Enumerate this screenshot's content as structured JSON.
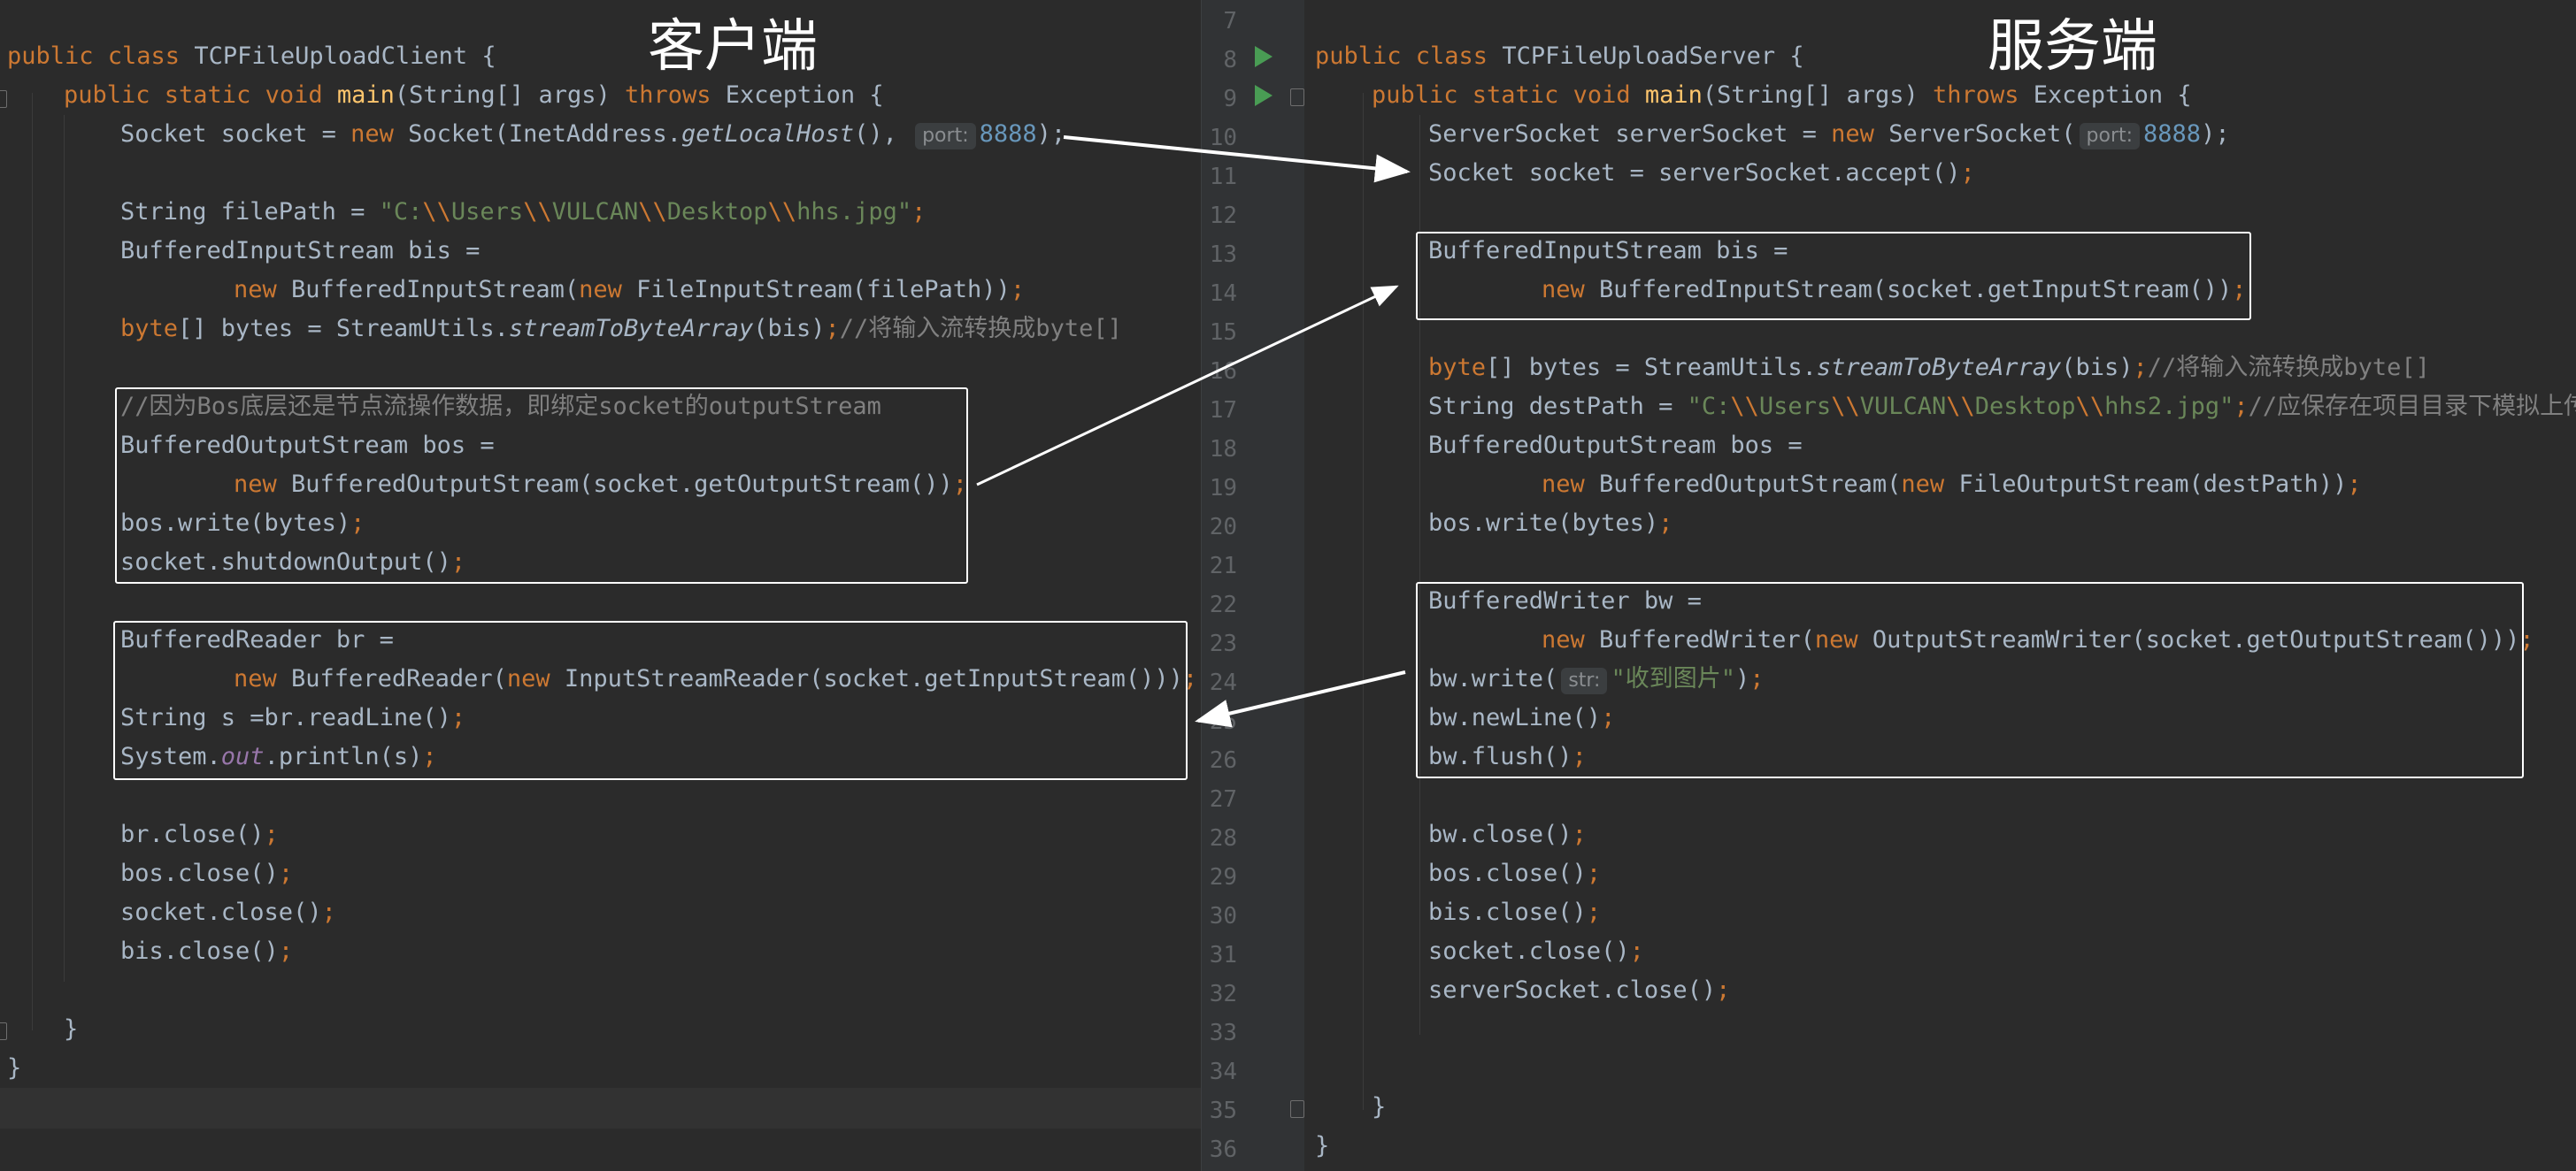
{
  "titles": {
    "client": "客户端",
    "server": "服务端"
  },
  "hints": {
    "port": "port:",
    "str": "str:"
  },
  "client": {
    "l1": {
      "a": "public class ",
      "b": "TCPFileUploadClient {"
    },
    "l2": {
      "a": "public static void ",
      "b": "main",
      "c": "(String[] args) ",
      "d": "throws ",
      "e": "Exception {"
    },
    "l3": {
      "a": "Socket socket = ",
      "b": "new ",
      "c": "Socket(InetAddress.",
      "d": "getLocalHost",
      "e": "(), ",
      "f": "8888",
      "g": ");"
    },
    "l5": {
      "a": "String filePath = ",
      "b": "\"C:",
      "c": "\\\\",
      "d": "Users",
      "e": "\\\\",
      "f": "VULCAN",
      "g": "\\\\",
      "h": "Desktop",
      "i": "\\\\",
      "j": "hhs.jpg\"",
      "k": ";"
    },
    "l6": "BufferedInputStream bis =",
    "l7": {
      "a": "new ",
      "b": "BufferedInputStream(",
      "c": "new ",
      "d": "FileInputStream(filePath))",
      "e": ";"
    },
    "l8": {
      "a": "byte",
      "b": "[] bytes = StreamUtils.",
      "c": "streamToByteArray",
      "d": "(bis)",
      "e": ";",
      "f": "//将输入流转换成byte[]"
    },
    "l10": "//因为Bos底层还是节点流操作数据，即绑定socket的outputStream",
    "l11": "BufferedOutputStream bos =",
    "l12": {
      "a": "new ",
      "b": "BufferedOutputStream(socket.getOutputStream())",
      "c": ";"
    },
    "l13": {
      "a": "bos.write(bytes)",
      "b": ";"
    },
    "l14": {
      "a": "socket.shutdownOutput()",
      "b": ";"
    },
    "l16": "BufferedReader br =",
    "l17": {
      "a": "new ",
      "b": "BufferedReader(",
      "c": "new ",
      "d": "InputStreamReader(socket.getInputStream()))",
      "e": ";"
    },
    "l18": {
      "a": "String s =br.readLine()",
      "b": ";"
    },
    "l19": {
      "a": "System.",
      "b": "out",
      "c": ".println(s)",
      "d": ";"
    },
    "l21": {
      "a": "br.close()",
      "b": ";"
    },
    "l22": {
      "a": "bos.close()",
      "b": ";"
    },
    "l23": {
      "a": "socket.close()",
      "b": ";"
    },
    "l24": {
      "a": "bis.close()",
      "b": ";"
    },
    "l26": "}",
    "l27": "}"
  },
  "gutter": {
    "line_numbers": [
      "7",
      "8",
      "9",
      "10",
      "11",
      "12",
      "13",
      "14",
      "15",
      "16",
      "17",
      "18",
      "19",
      "20",
      "21",
      "22",
      "23",
      "24",
      "25",
      "26",
      "27",
      "28",
      "29",
      "30",
      "31",
      "32",
      "33",
      "34",
      "35",
      "36"
    ]
  },
  "server": {
    "l8": {
      "a": "public class ",
      "b": "TCPFileUploadServer {"
    },
    "l9": {
      "a": "public static void ",
      "b": "main",
      "c": "(String[] args) ",
      "d": "throws ",
      "e": "Exception {"
    },
    "l10": {
      "a": "ServerSocket serverSocket = ",
      "b": "new ",
      "c": "ServerSocket(",
      "d": "8888",
      "e": ");"
    },
    "l11": {
      "a": "Socket socket = serverSocket.accept()",
      "b": ";"
    },
    "l13": "BufferedInputStream bis =",
    "l14": {
      "a": "new ",
      "b": "BufferedInputStream(socket.getInputStream())",
      "c": ";"
    },
    "l16": {
      "a": "byte",
      "b": "[] bytes = StreamUtils.",
      "c": "streamToByteArray",
      "d": "(bis)",
      "e": ";",
      "f": "//将输入流转换成byte[]"
    },
    "l17": {
      "a": "String destPath = ",
      "b": "\"C:",
      "c": "\\\\",
      "d": "Users",
      "e": "\\\\",
      "f": "VULCAN",
      "g": "\\\\",
      "h": "Desktop",
      "i": "\\\\",
      "j": "hhs2.jpg\"",
      "k": ";",
      "l": "//应保存在项目目录下模拟上传"
    },
    "l18": "BufferedOutputStream bos =",
    "l19": {
      "a": "new ",
      "b": "BufferedOutputStream(",
      "c": "new ",
      "d": "FileOutputStream(destPath))",
      "e": ";"
    },
    "l20": {
      "a": "bos.write(bytes)",
      "b": ";"
    },
    "l22": "BufferedWriter bw =",
    "l23": {
      "a": "new ",
      "b": "BufferedWriter(",
      "c": "new ",
      "d": "OutputStreamWriter(socket.getOutputStream()))",
      "e": ";"
    },
    "l24": {
      "a": "bw.write(",
      "b": "\"收到图片\"",
      "c": ")",
      "d": ";"
    },
    "l25": {
      "a": "bw.newLine()",
      "b": ";"
    },
    "l26": {
      "a": "bw.flush()",
      "b": ";"
    },
    "l28": {
      "a": "bw.close()",
      "b": ";"
    },
    "l29": {
      "a": "bos.close()",
      "b": ";"
    },
    "l30": {
      "a": "bis.close()",
      "b": ";"
    },
    "l31": {
      "a": "socket.close()",
      "b": ";"
    },
    "l32": {
      "a": "serverSocket.close()",
      "b": ";"
    },
    "l35": "}",
    "l36": "}"
  }
}
